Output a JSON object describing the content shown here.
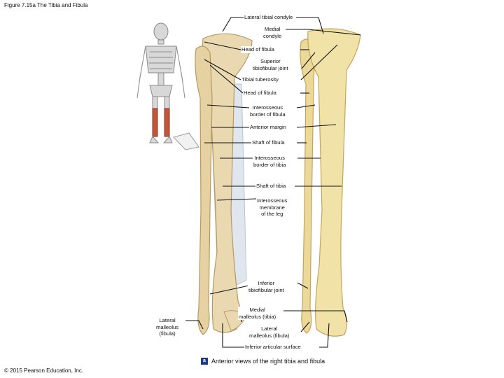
{
  "figure_title": "Figure 7.15a The Tibia and Fibula",
  "copyright": "© 2015 Pearson Education, Inc.",
  "caption": {
    "badge": "a",
    "text": "Anterior views of the right tibia and fibula"
  },
  "labels": {
    "lateral_tibial_condyle": "Lateral tibial condyle",
    "medial_condyle": "Medial\ncondyle",
    "head_of_fibula_top": "Head of fibula",
    "superior_tibiofibular_joint": "Superior\ntibiofibular joint",
    "tibial_tuberosity": "Tibial tuberosity",
    "head_of_fibula": "Head of fibula",
    "interosseous_border_fibula": "Interosseous\nborder of fibula",
    "anterior_margin": "Anterior margin",
    "shaft_of_fibula": "Shaft of fibula",
    "interosseous_border_tibia": "Interosseous\nborder of tibia",
    "shaft_of_tibia": "Shaft of tibia",
    "interosseous_membrane": "Interosseous\nmembrane\nof the leg",
    "inferior_tibiofibular_joint": "Inferior\ntibiofibular joint",
    "medial_malleolus": "Medial\nmalleolus (tibia)",
    "lateral_malleolus_left": "Lateral\nmalleolus\n(fibula)",
    "lateral_malleolus_right": "Lateral\nmalleolus (fibula)",
    "inferior_articular_surface": "Inferior articular surface"
  },
  "colors": {
    "bone_left": "#e9d8b0",
    "bone_left_shade": "#c9ae78",
    "bone_right": "#f1e3a8",
    "bone_right_shade": "#d8c17a",
    "membrane": "#dfe6ee",
    "skeleton": "#9a9a9a",
    "highlight_leg": "#c0553a",
    "badge": "#1f3c88"
  }
}
